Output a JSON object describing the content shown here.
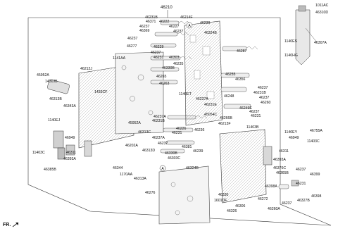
{
  "diagram": {
    "top_label": "46210",
    "fr_label": "FR.",
    "callouts": [
      "A",
      "A"
    ],
    "parts_left": [
      "46212J",
      "45952A",
      "1430JB",
      "46313B",
      "46343A",
      "1140EJ",
      "46949",
      "46311",
      "46393A",
      "11403C",
      "46385B",
      "1433CF",
      "1141AA",
      "46277",
      "46265",
      "46263",
      "45952A",
      "46313C",
      "46202A",
      "46313D",
      "46344",
      "1170AA",
      "46313A",
      "46276"
    ],
    "parts_center": [
      "46231B",
      "46371",
      "46237",
      "46369",
      "46237",
      "46229",
      "46237",
      "46231",
      "46303",
      "46222",
      "46227",
      "46237",
      "46235",
      "46330B",
      "46237A",
      "46231B",
      "46237A",
      "46226",
      "46231",
      "46237",
      "46381",
      "46330B",
      "46239",
      "46303C",
      "46324B"
    ],
    "parts_upper": [
      "46214F",
      "46239",
      "46324B",
      "46287",
      "46255",
      "46356",
      "46237",
      "46231B",
      "46237",
      "46260",
      "46248",
      "46237A",
      "46231E",
      "46249E",
      "46231",
      "46237",
      "46266B",
      "46236",
      "45054C",
      "46213F",
      "1140ET",
      "11403B"
    ],
    "parts_right": [
      "1011AC",
      "46310D",
      "46307A",
      "1140ES",
      "1140HG",
      "1140EY",
      "46755A",
      "46949",
      "11403C",
      "46311",
      "46393A",
      "46376C",
      "46365B",
      "46399",
      "46237",
      "46231",
      "46398A",
      "46398",
      "46327B",
      "46272",
      "46237",
      "46260A",
      "1601DF",
      "46330",
      "46306",
      "46326"
    ]
  }
}
